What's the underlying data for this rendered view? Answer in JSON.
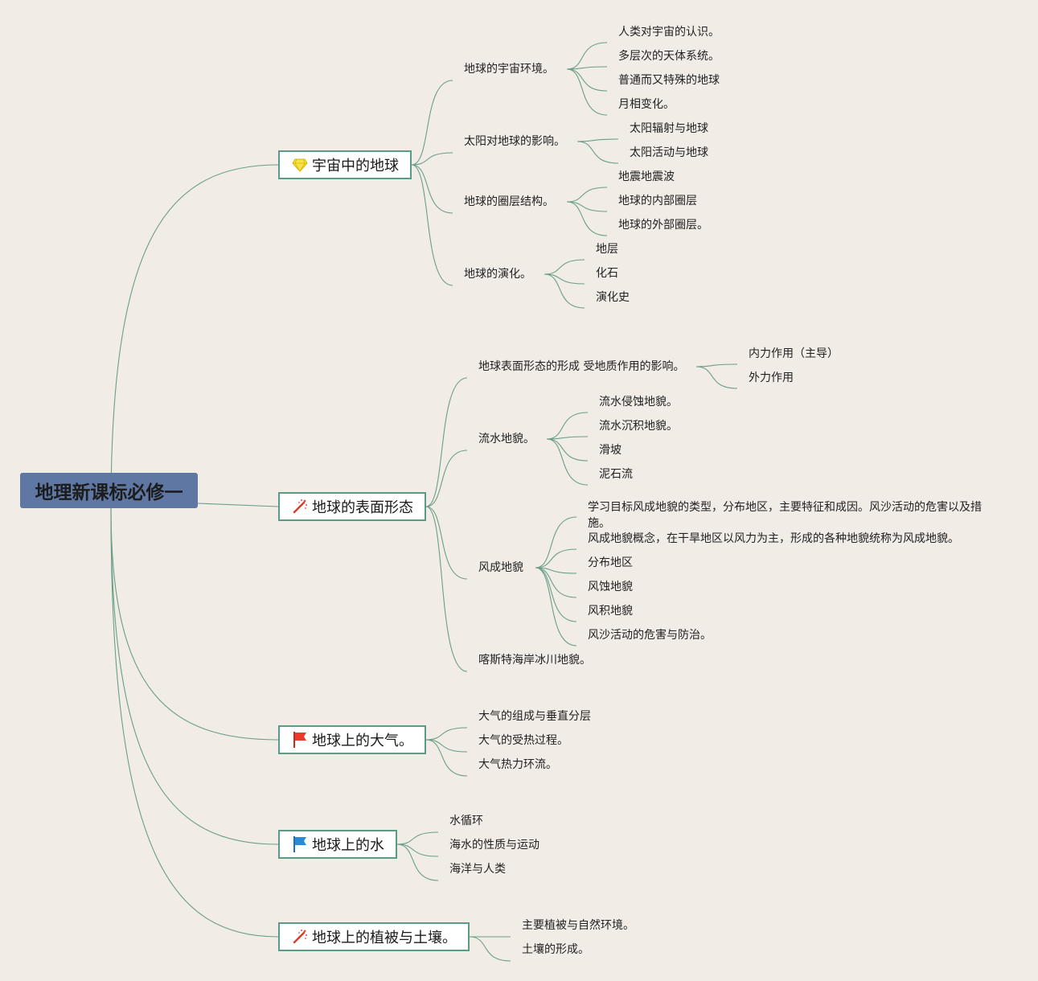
{
  "root": {
    "title": "地理新课标必修一"
  },
  "branches": [
    {
      "title": "宇宙中的地球",
      "icon": "diamond-icon",
      "children": [
        {
          "label": "地球的宇宙环境。",
          "children": [
            "人类对宇宙的认识。",
            "多层次的天体系统。",
            "普通而又特殊的地球",
            "月相变化。"
          ]
        },
        {
          "label": "太阳对地球的影响。",
          "children": [
            "太阳辐射与地球",
            "太阳活动与地球"
          ]
        },
        {
          "label": "地球的圈层结构。",
          "children": [
            "地震地震波",
            "地球的内部圈层",
            "地球的外部圈层。"
          ]
        },
        {
          "label": "地球的演化。",
          "children": [
            "地层",
            "化石",
            "演化史"
          ]
        }
      ]
    },
    {
      "title": "地球的表面形态",
      "icon": "sparkle-icon",
      "children": [
        {
          "label": "地球表面形态的形成 受地质作用的影响。",
          "children": [
            "内力作用（主导）",
            "外力作用"
          ]
        },
        {
          "label": "流水地貌。",
          "children": [
            "流水侵蚀地貌。",
            "流水沉积地貌。",
            "滑坡",
            "泥石流"
          ]
        },
        {
          "label": "风成地貌",
          "children": [
            "学习目标风成地貌的类型，分布地区，主要特征和成因。风沙活动的危害以及措施。",
            "风成地貌概念，在干旱地区以风力为主，形成的各种地貌统称为风成地貌。",
            "分布地区",
            "风蚀地貌",
            "风积地貌",
            "风沙活动的危害与防治。"
          ]
        },
        {
          "label": "喀斯特海岸冰川地貌。",
          "children": []
        }
      ]
    },
    {
      "title": "地球上的大气。",
      "icon": "red-flag-icon",
      "children": [
        {
          "label": "大气的组成与垂直分层",
          "children": []
        },
        {
          "label": "大气的受热过程。",
          "children": []
        },
        {
          "label": "大气热力环流。",
          "children": []
        }
      ]
    },
    {
      "title": "地球上的水",
      "icon": "blue-flag-icon",
      "children": [
        {
          "label": "水循环",
          "children": []
        },
        {
          "label": "海水的性质与运动",
          "children": []
        },
        {
          "label": "海洋与人类",
          "children": []
        }
      ]
    },
    {
      "title": "地球上的植被与土壤。",
      "icon": "sparkle-icon",
      "children": [
        {
          "label": "主要植被与自然环境。",
          "children": []
        },
        {
          "label": "土壤的形成。",
          "children": []
        }
      ]
    }
  ],
  "colors": {
    "background": "#f1ece6",
    "root": "#5f77a3",
    "edge": "#6a9f86",
    "mainBorder": "#5a9b85"
  }
}
